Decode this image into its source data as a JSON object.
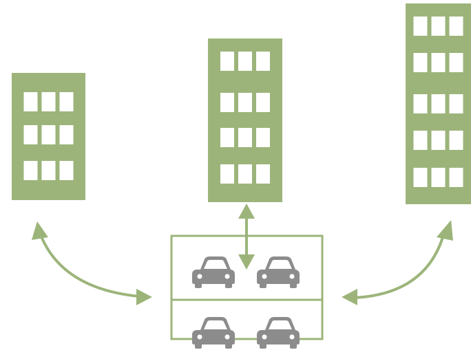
{
  "colors": {
    "green": "#9cb47a",
    "window": "#ffffff",
    "car": "#8c8c8c",
    "background": "#ffffff"
  },
  "diagram": {
    "buildings": [
      {
        "name": "building-left",
        "window_rows": 3,
        "window_columns": 3
      },
      {
        "name": "building-center",
        "window_rows": 4,
        "window_columns": 3
      },
      {
        "name": "building-right",
        "window_rows": 5,
        "window_columns": 3
      }
    ],
    "garage": {
      "levels": 2,
      "cars_per_level": 2
    },
    "connections": [
      {
        "from": "building-left",
        "to": "garage",
        "style": "curved-double-arrow"
      },
      {
        "from": "building-center",
        "to": "garage",
        "style": "straight-double-arrow"
      },
      {
        "from": "building-right",
        "to": "garage",
        "style": "curved-double-arrow"
      }
    ]
  }
}
